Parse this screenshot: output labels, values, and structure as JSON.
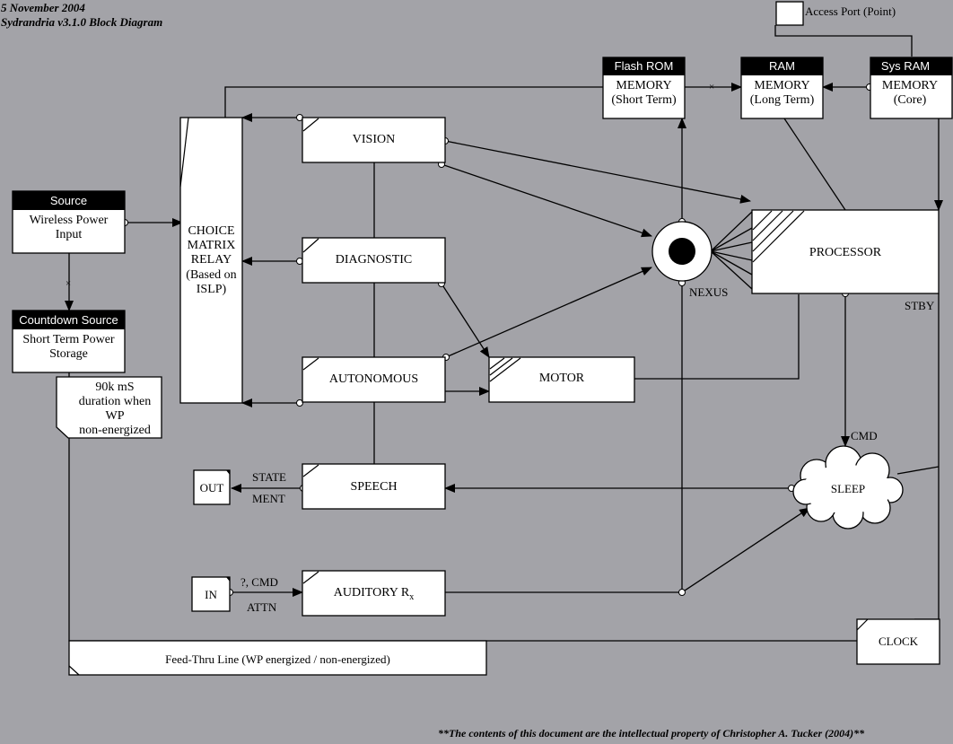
{
  "header": {
    "date": "5 November 2004",
    "title": "Sydrandria v3.1.0 Block Diagram"
  },
  "footer": {
    "copyright": "**The contents of this document are the intellectual property of Christopher A. Tucker (2004)**"
  },
  "access_port": "Access Port (Point)",
  "source": {
    "title": "Source",
    "line1": "Wireless Power",
    "line2": "Input"
  },
  "countdown": {
    "title": "Countdown Source",
    "line1": "Short Term Power",
    "line2": "Storage"
  },
  "note": {
    "line1": "90k mS",
    "line2": "duration when",
    "line3": "WP",
    "line4": "non-energized"
  },
  "relay": {
    "line1": "CHOICE",
    "line2": "MATRIX",
    "line3": "RELAY",
    "line4": "(Based on",
    "line5": "ISLP)"
  },
  "modules": {
    "vision": "VISION",
    "diagnostic": "DIAGNOSTIC",
    "autonomous": "AUTONOMOUS",
    "speech": "SPEECH",
    "auditory": "AUDITORY R",
    "auditory_sub": "x",
    "motor": "MOTOR",
    "processor": "PROCESSOR"
  },
  "memory": {
    "flash": {
      "title": "Flash ROM",
      "line1": "MEMORY",
      "line2": "(Short Term)"
    },
    "ram": {
      "title": "RAM",
      "line1": "MEMORY",
      "line2": "(Long Term)"
    },
    "sysram": {
      "title": "Sys RAM",
      "line1": "MEMORY",
      "line2": "(Core)"
    }
  },
  "labels": {
    "nexus": "NEXUS",
    "stby": "STBY",
    "cmd": "CMD",
    "sleep": "SLEEP",
    "out": "OUT",
    "in": "IN",
    "state": "STATE",
    "ment": "MENT",
    "in_cmd": "?, CMD",
    "attn": "ATTN",
    "clock": "CLOCK",
    "feed_thru": "Feed-Thru Line (WP energized / non-energized)"
  }
}
